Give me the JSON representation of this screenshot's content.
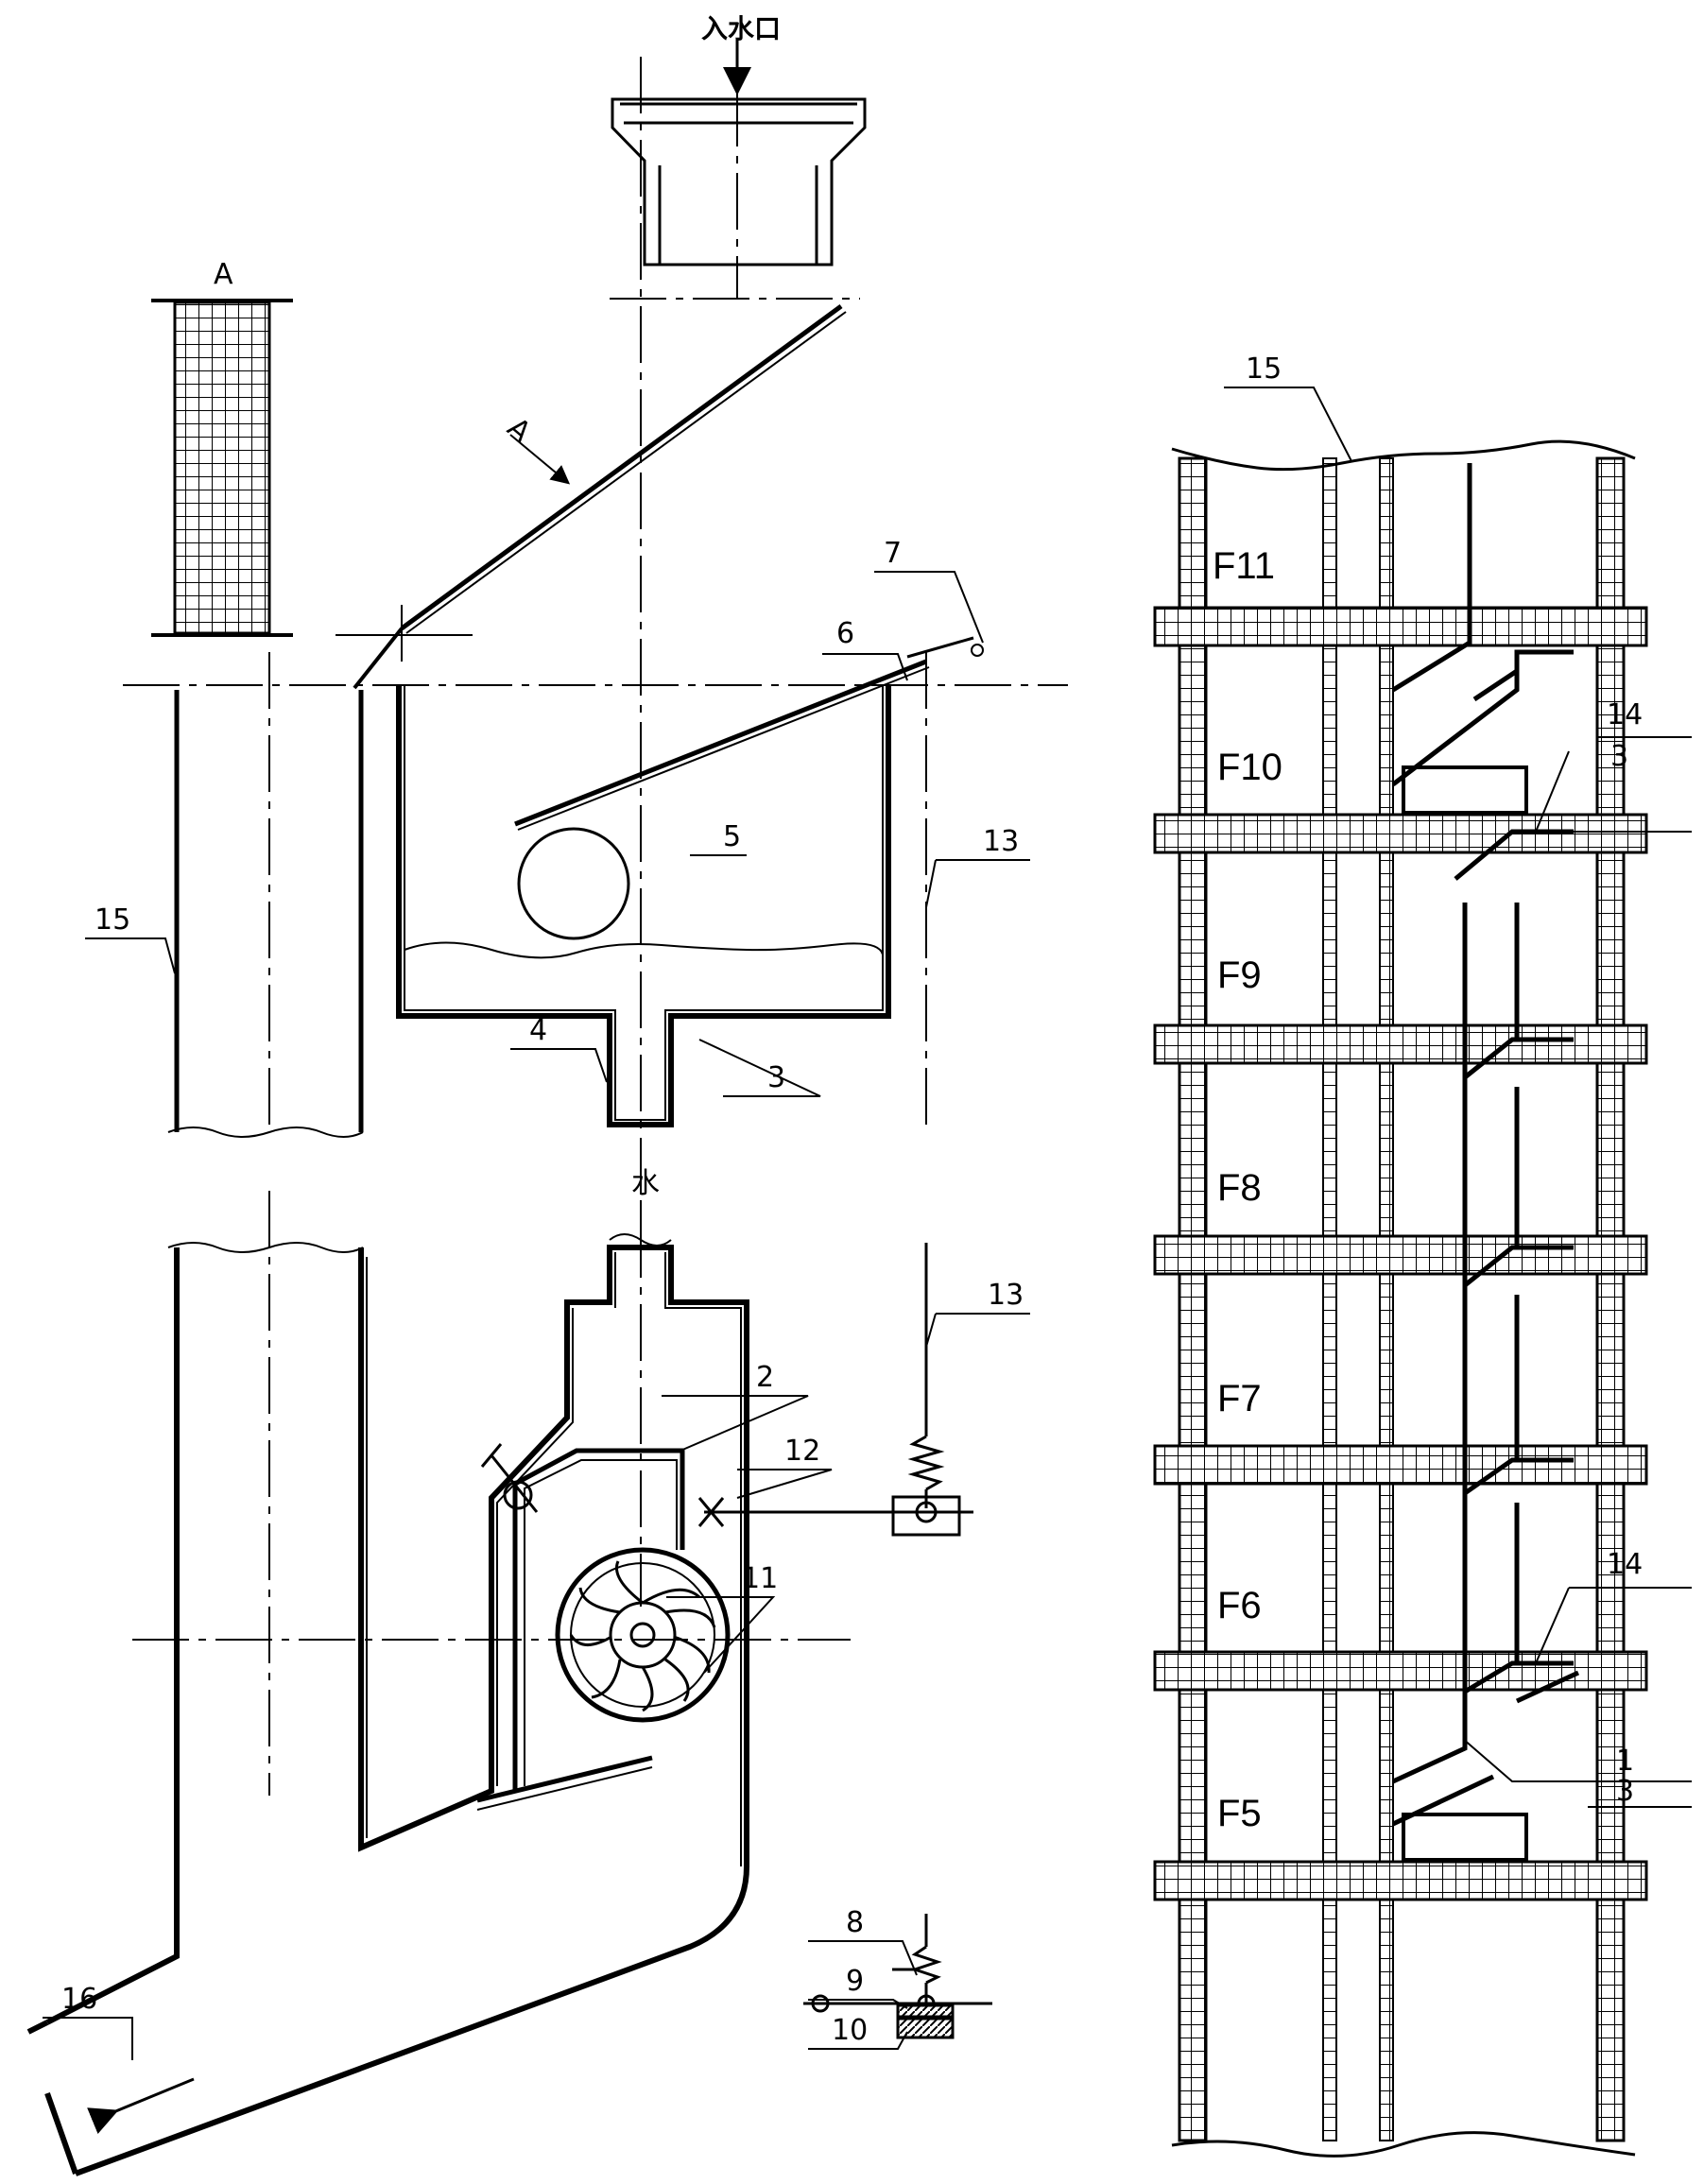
{
  "diagram": {
    "inlet_label": "入水口",
    "water_label": "水",
    "view_label": "A",
    "part_numbers": [
      "1",
      "2",
      "3",
      "4",
      "5",
      "6",
      "7",
      "8",
      "9",
      "10",
      "11",
      "12",
      "13",
      "14",
      "15",
      "16"
    ],
    "floors": [
      "F11",
      "F10",
      "F9",
      "F8",
      "F7",
      "F6",
      "F5"
    ]
  }
}
